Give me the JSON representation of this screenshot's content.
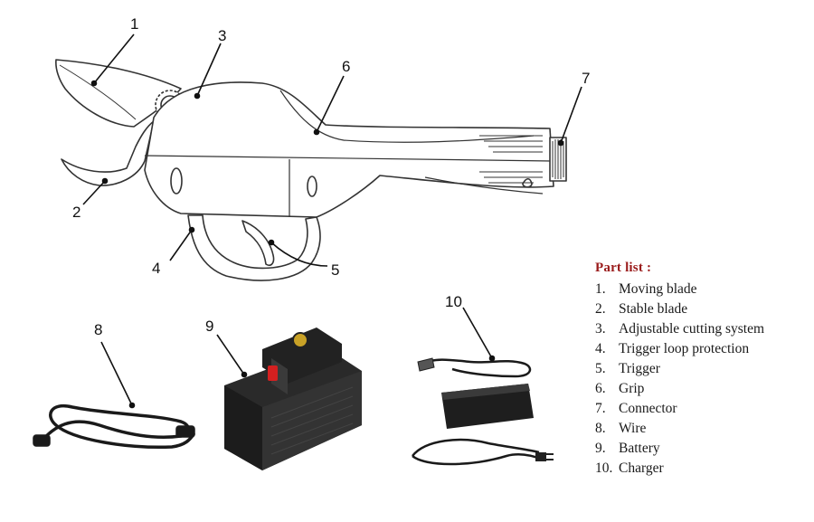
{
  "callouts": [
    "1",
    "2",
    "3",
    "4",
    "5",
    "6",
    "7",
    "8",
    "9",
    "10"
  ],
  "part_list": {
    "title": "Part list :",
    "items": [
      {
        "num": "1.",
        "label": "Moving blade"
      },
      {
        "num": "2.",
        "label": "Stable blade"
      },
      {
        "num": "3.",
        "label": "Adjustable cutting system"
      },
      {
        "num": "4.",
        "label": "Trigger loop protection"
      },
      {
        "num": "5.",
        "label": "Trigger"
      },
      {
        "num": "6.",
        "label": "Grip"
      },
      {
        "num": "7.",
        "label": "Connector"
      },
      {
        "num": "8.",
        "label": "Wire"
      },
      {
        "num": "9.",
        "label": "Battery"
      },
      {
        "num": "10.",
        "label": "Charger"
      }
    ]
  },
  "colors": {
    "title_red": "#9a1b1b",
    "battery_red": "#d42020",
    "line_art": "#333333"
  }
}
